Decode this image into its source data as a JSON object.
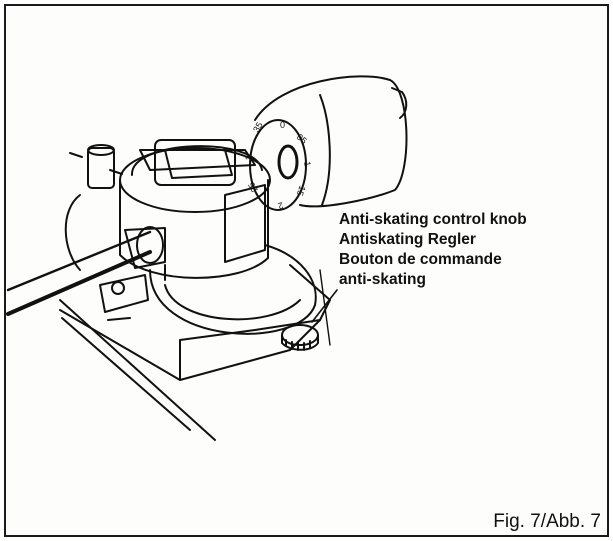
{
  "callout": {
    "line1": "Anti-skating control knob",
    "line2": "Antiskating Regler",
    "line3": "Bouton de commande",
    "line4": "anti-skating"
  },
  "figure_label": "Fig. 7/Abb. 7",
  "dial_numbers": [
    "35",
    "0",
    "05",
    "1",
    "15",
    "2",
    "25",
    "3"
  ],
  "colors": {
    "ink": "#111111",
    "paper": "#fdfdfb",
    "frame": "#1a1a1a"
  }
}
